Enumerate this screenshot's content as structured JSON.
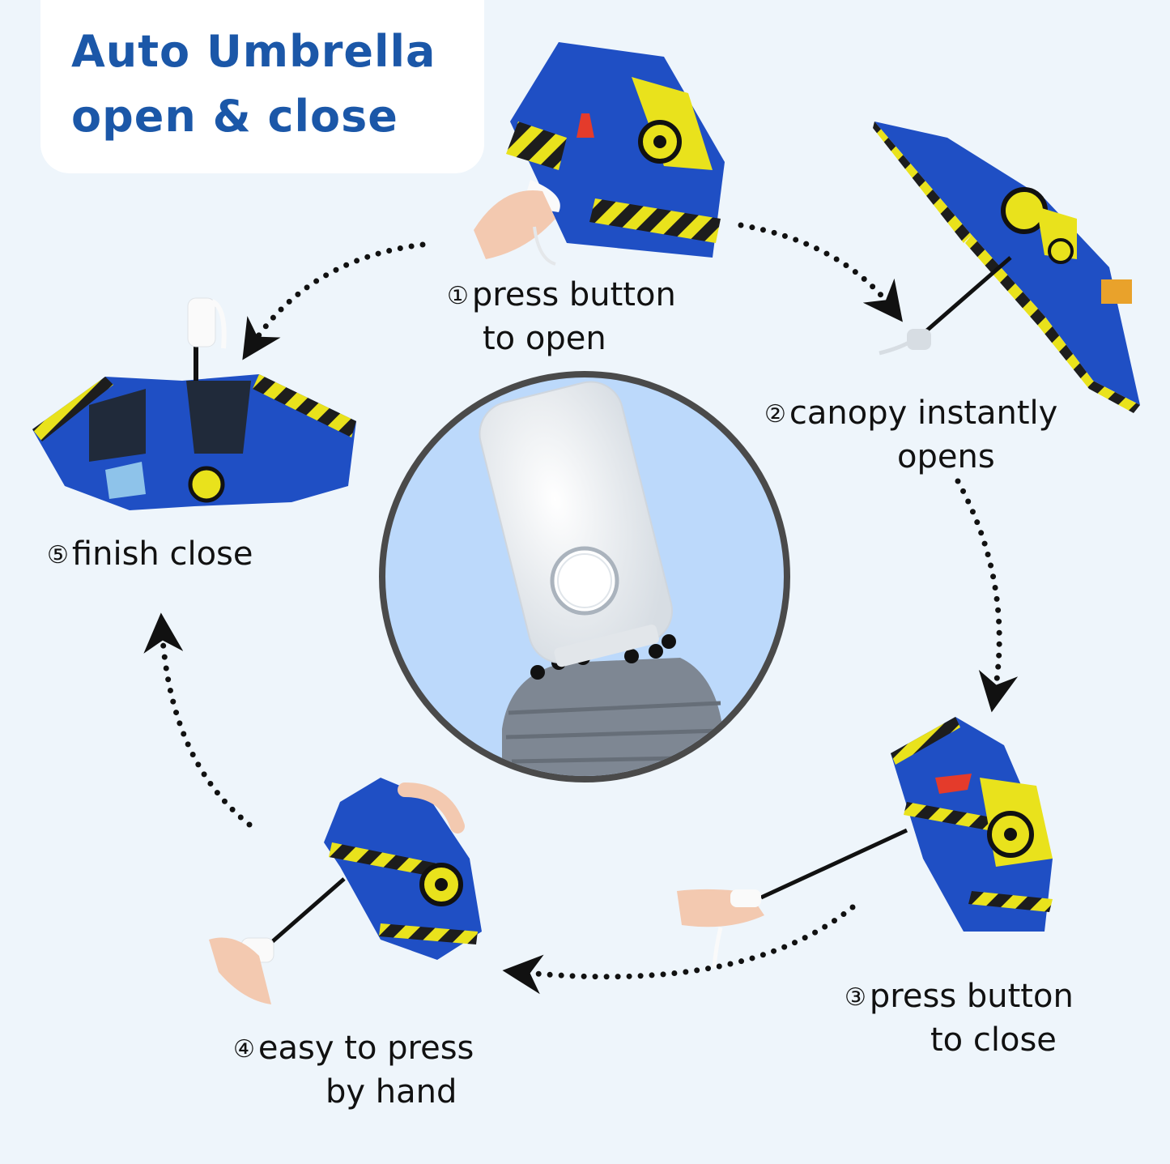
{
  "title": {
    "line1": "Auto Umbrella",
    "line2": "open & close"
  },
  "steps": [
    {
      "num": "①",
      "line1": "press button",
      "line2": "to open"
    },
    {
      "num": "②",
      "line1": "canopy instantly",
      "line2": "opens"
    },
    {
      "num": "③",
      "line1": "press button",
      "line2": "to close"
    },
    {
      "num": "④",
      "line1": "easy to press",
      "line2": "by hand"
    },
    {
      "num": "⑤",
      "line1": "finish close",
      "line2": ""
    }
  ],
  "colors": {
    "background": "#eef5fb",
    "title": "#1b57a8",
    "canopy_blue": "#1f4fc4",
    "stripe_yellow": "#e9e21c",
    "stripe_dark": "#1d1d1d",
    "circle_bg": "#bcd9fb",
    "circle_border": "#4a4a4a",
    "handle_white": "#fafafa",
    "canopy_gray": "#7e8793"
  }
}
